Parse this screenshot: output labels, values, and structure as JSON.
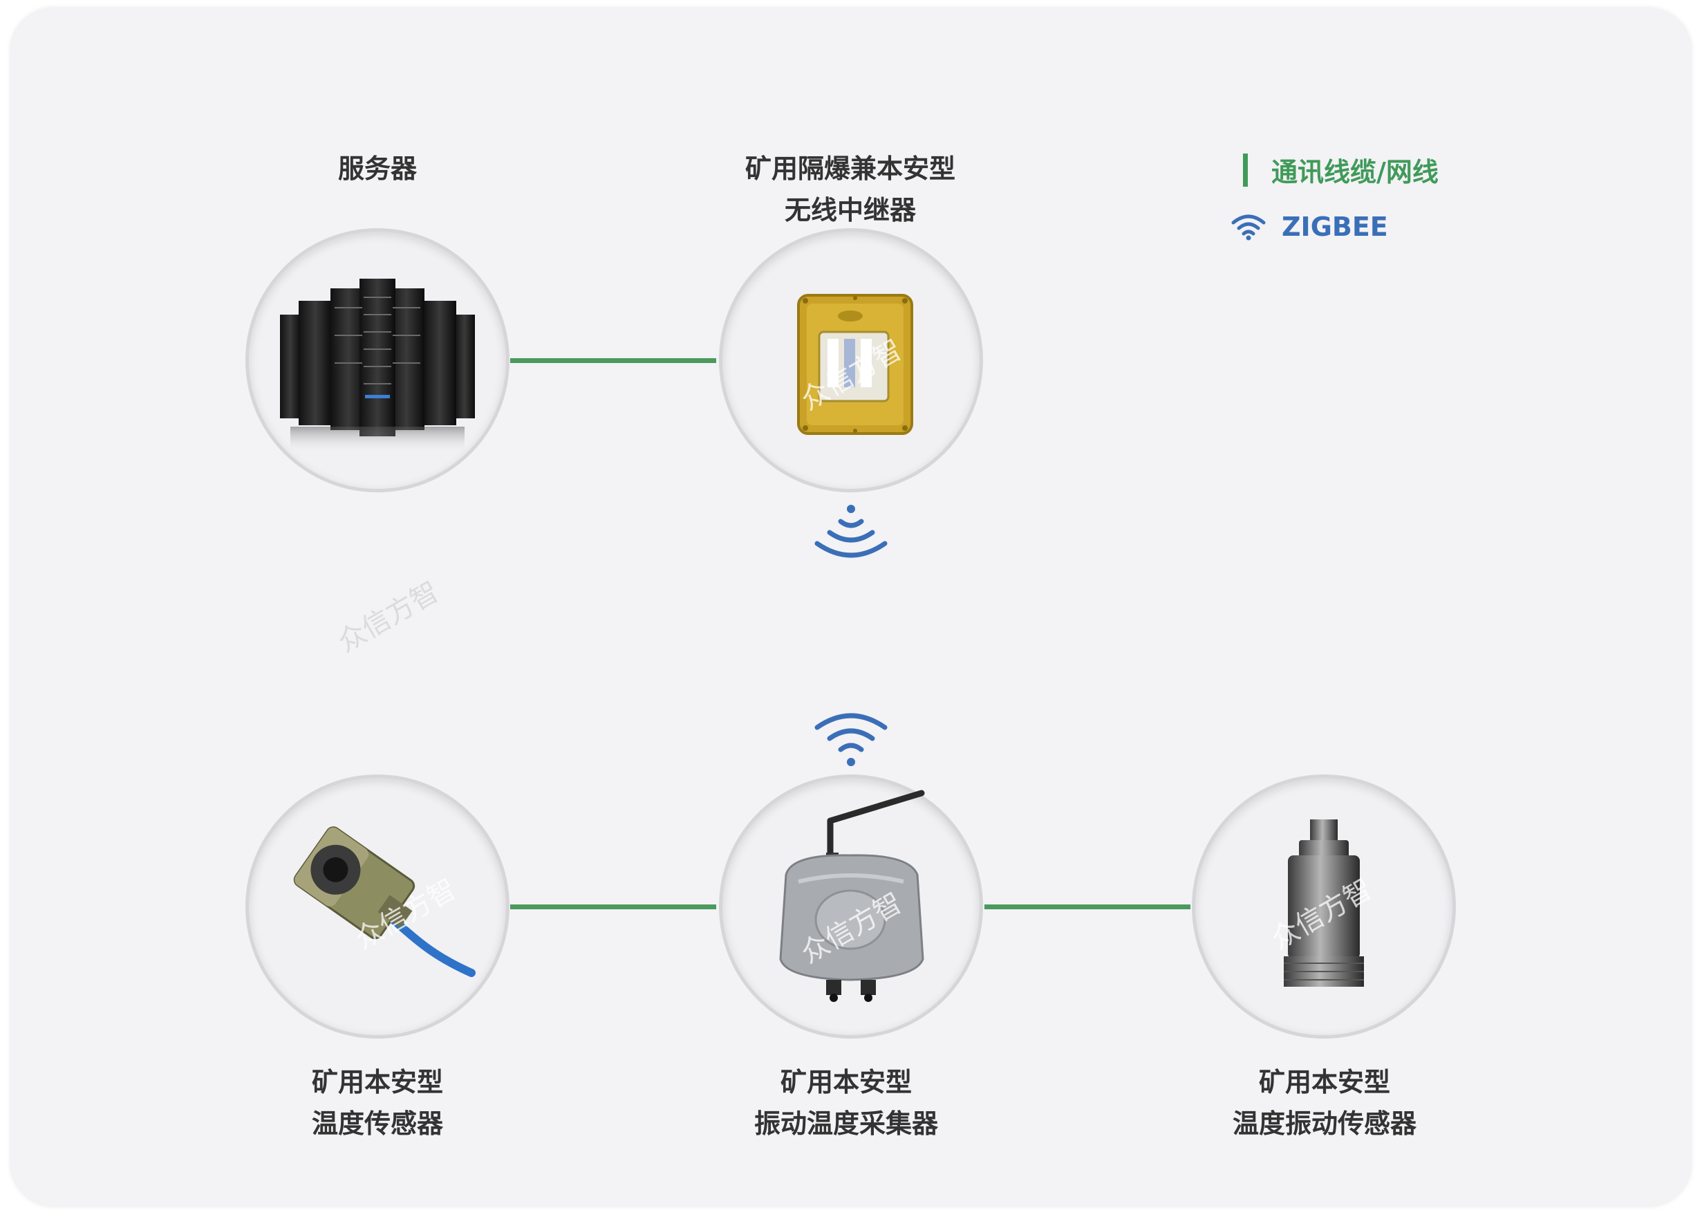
{
  "legend": {
    "cable_label": "通讯线缆/网线",
    "zigbee_label": "ZIGBEE",
    "cable_color": "#3f9a59",
    "zigbee_color": "#3a6fb8"
  },
  "nodes": {
    "server": {
      "label": "服务器",
      "icon": "server-rack-icon"
    },
    "repeater": {
      "label_line1": "矿用隔爆兼本安型",
      "label_line2": "无线中继器",
      "icon": "repeater-box-icon"
    },
    "temp_sensor": {
      "label_line1": "矿用本安型",
      "label_line2": "温度传感器",
      "icon": "temperature-sensor-icon"
    },
    "collector": {
      "label_line1": "矿用本安型",
      "label_line2": "振动温度采集器",
      "icon": "collector-box-icon"
    },
    "vib_sensor": {
      "label_line1": "矿用本安型",
      "label_line2": "温度振动传感器",
      "icon": "vibration-sensor-icon"
    }
  },
  "watermark": "众信方智"
}
